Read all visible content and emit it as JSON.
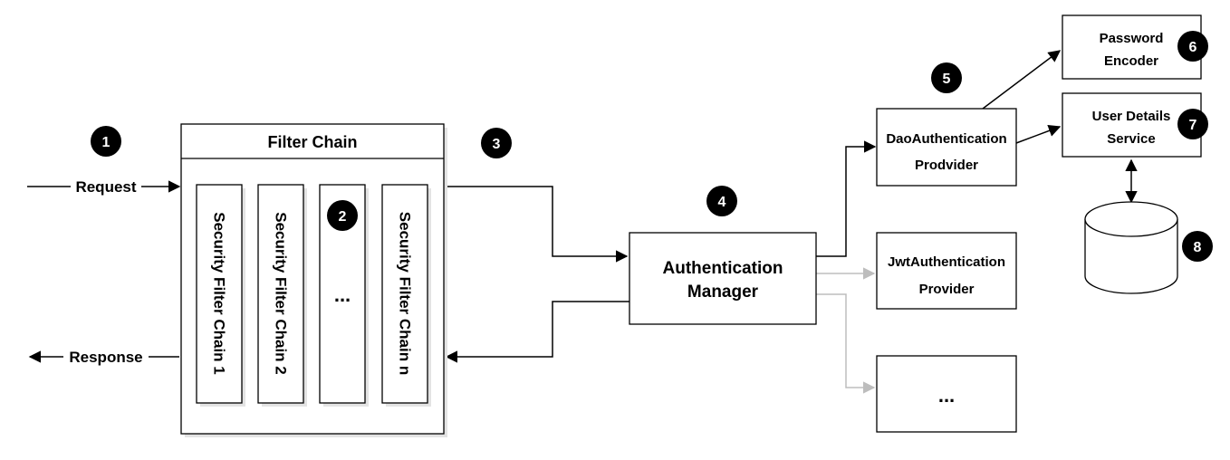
{
  "labels": {
    "request": "Request",
    "response": "Response",
    "filter_chain_title": "Filter Chain",
    "security_filter_chain_1": "Security Filter Chain 1",
    "security_filter_chain_2": "Security Filter Chain 2",
    "ellipsis_column": "...",
    "security_filter_chain_n": "Security Filter Chain n",
    "authentication_manager_line1": "Authentication",
    "authentication_manager_line2": "Manager",
    "dao_provider_line1": "DaoAuthentication",
    "dao_provider_line2": "Prodvider",
    "jwt_provider_line1": "JwtAuthentication",
    "jwt_provider_line2": "Provider",
    "ellipsis_provider": "...",
    "password_encoder_line1": "Password",
    "password_encoder_line2": "Encoder",
    "user_details_line1": "User Details",
    "user_details_line2": "Service"
  },
  "badges": {
    "request": "1",
    "filter_chains": "2",
    "to_manager": "3",
    "manager": "4",
    "dao_provider": "5",
    "password_encoder": "6",
    "user_details": "7",
    "database": "8"
  },
  "colors": {
    "stroke": "#000000",
    "muted_arrow": "#bdbdbd",
    "badge_fill": "#000000",
    "badge_text": "#ffffff",
    "shadow": "#e3e3e3"
  }
}
